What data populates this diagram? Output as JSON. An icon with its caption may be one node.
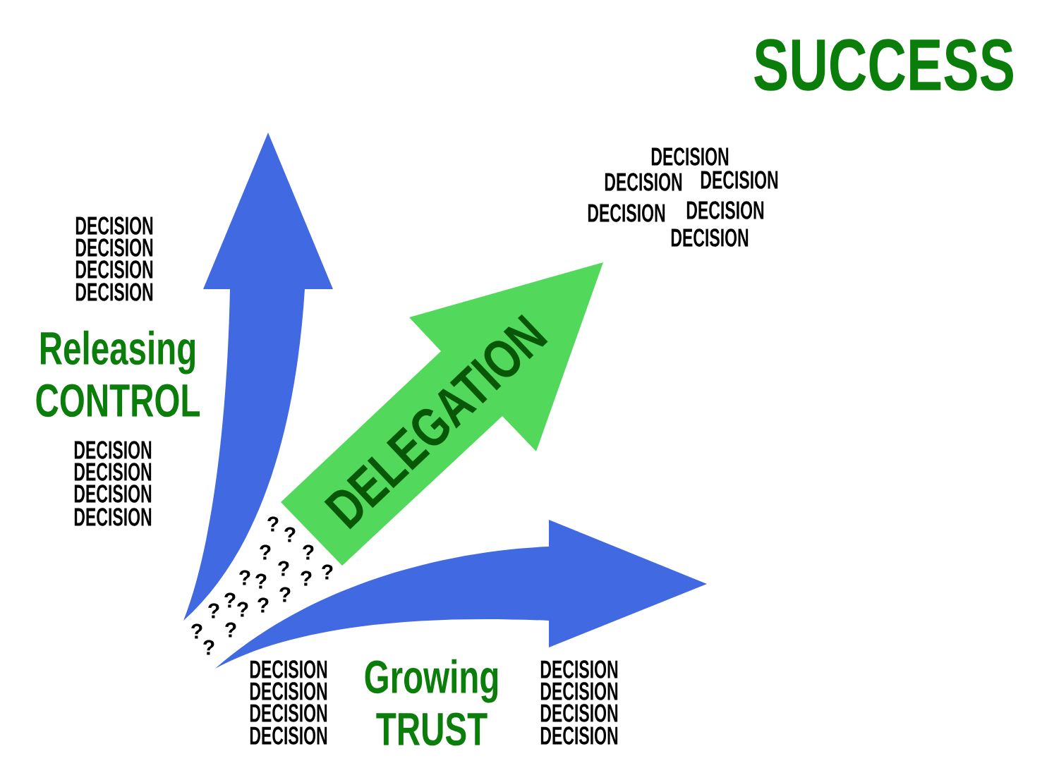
{
  "diagram": {
    "title": "SUCCESS",
    "nodes": [
      {
        "text": [
          "DELEGATION"
        ]
      }
    ],
    "labels": [
      "DECISION",
      "DECISION",
      "DECISION",
      "DECISION",
      "Releasing CONTROL",
      "DECISION",
      "DECISION",
      "DECISION",
      "DECISION",
      "DECISION",
      "DECISION",
      "DECISION",
      "DECISION",
      "DECISION",
      "DECISION",
      "?",
      "?",
      "?",
      "?",
      "?",
      "?",
      "?",
      "?",
      "?",
      "?",
      "?",
      "?",
      "?",
      "?",
      "?",
      "?",
      "?",
      "DECISION",
      "DECISION",
      "DECISION",
      "DECISION",
      "Growing TRUST",
      "DECISION",
      "DECISION",
      "DECISION",
      "DECISION"
    ]
  }
}
